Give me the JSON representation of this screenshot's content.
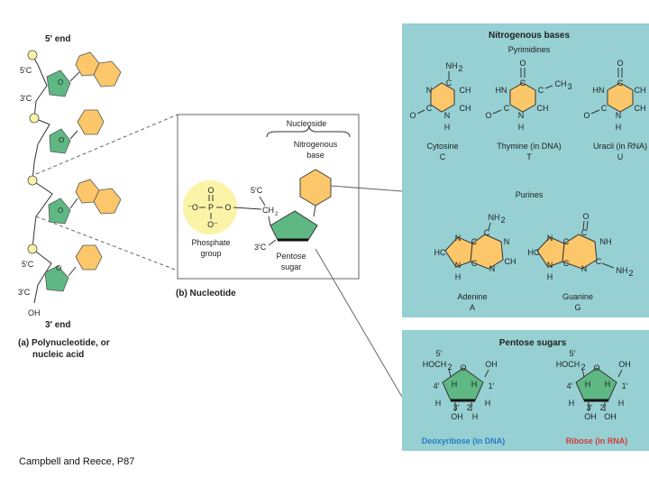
{
  "polynucleotide": {
    "five_end": "5′ end",
    "three_end": "3′ end",
    "five_c": "5′C",
    "three_c": "3′C",
    "o": "O",
    "oh": "OH",
    "caption_line1": "(a) Polynucleotide, or",
    "caption_line2": "nucleic acid"
  },
  "nucleotide": {
    "nucleoside": "Nucleoside",
    "nitrogenous": "Nitrogenous",
    "base": "base",
    "phosphate_line1": "Phosphate",
    "phosphate_line2": "group",
    "pentose": "Pentose",
    "sugar": "sugar",
    "five_c": "5′C",
    "three_c": "3′C",
    "ch2": "CH",
    "caption": "(b) Nucleotide"
  },
  "bases": {
    "title": "Nitrogenous bases",
    "pyrimidines": "Pyrimidines",
    "purines": "Purines",
    "cytosine": "Cytosine",
    "cytosine_abbr": "C",
    "thymine": "Thymine (in DNA)",
    "thymine_abbr": "T",
    "uracil": "Uracil (in RNA)",
    "uracil_abbr": "U",
    "adenine": "Adenine",
    "adenine_abbr": "A",
    "guanine": "Guanine",
    "guanine_abbr": "G"
  },
  "sugars": {
    "title": "Pentose sugars",
    "deoxyribose": "Deoxyribose (in DNA)",
    "ribose": "Ribose (in RNA)"
  },
  "credit": "Campbell and Reece, P87",
  "colors": {
    "base_fill": "#fcc76a",
    "sugar_fill": "#5fb883",
    "phosphate_fill": "#fbf3a7",
    "panel_bg": "#96d0d3",
    "deoxy_label": "#2b78c2",
    "ribose_label": "#d23b3b"
  }
}
